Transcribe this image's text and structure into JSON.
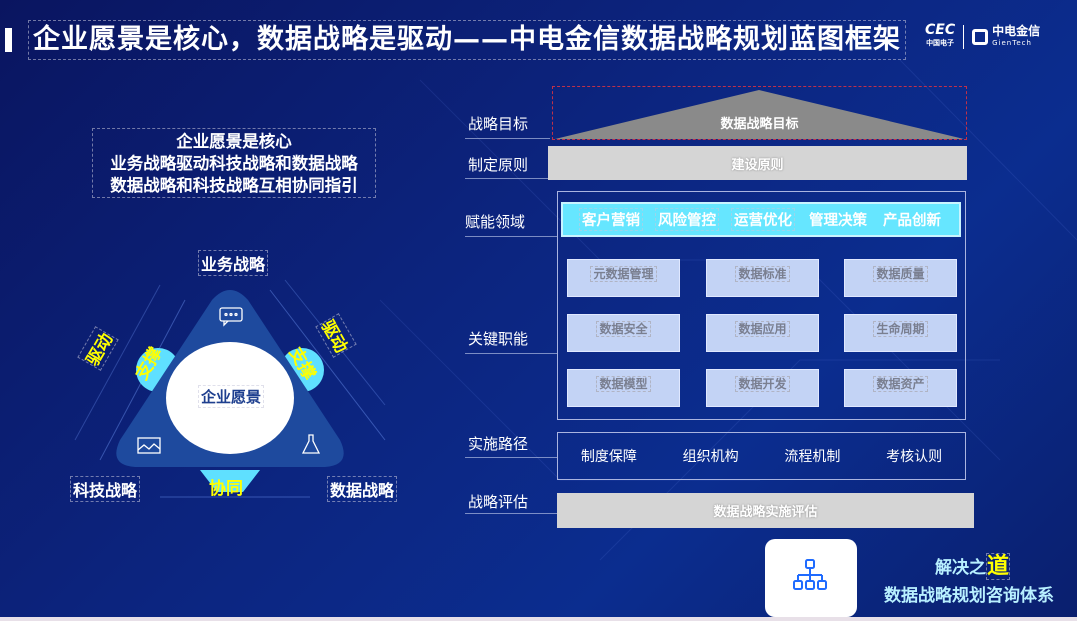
{
  "title": "企业愿景是核心，数据战略是驱动——中电金信数据战略规划蓝图框架",
  "logo": {
    "cec": "CEC",
    "cec_sub": "中国电子",
    "gt_cn": "中电金信",
    "gt_en": "GienTech"
  },
  "left": {
    "intro": [
      "企业愿景是核心",
      "业务战略驱动科技战略和数据战略",
      "数据战略和科技战略互相协同指引"
    ],
    "top": "业务战略",
    "bottom_left": "科技战略",
    "bottom_right": "数据战略",
    "center": "企业愿景",
    "drive_left": "驱动",
    "drive_right": "驱动",
    "support_left": "支撑",
    "support_right": "支撑",
    "collab": "协同"
  },
  "right": {
    "labels": {
      "goal": "战略目标",
      "principle": "制定原则",
      "domain": "赋能领域",
      "function": "关键职能",
      "path": "实施路径",
      "eval": "战略评估"
    },
    "goal_text": "数据战略目标",
    "principle_text": "建设原则",
    "domains": [
      "客户营销",
      "风险管控",
      "运营优化",
      "管理决策",
      "产品创新"
    ],
    "functions": [
      "元数据管理",
      "数据标准",
      "数据质量",
      "数据安全",
      "数据应用",
      "生命周期",
      "数据模型",
      "数据开发",
      "数据资产"
    ],
    "paths": [
      "制度保障",
      "组织机构",
      "流程机制",
      "考核认则"
    ],
    "eval_text": "数据战略实施评估"
  },
  "footer": {
    "line1a": "解决之",
    "line1b": "道",
    "line2": "数据战略规划咨询体系"
  }
}
